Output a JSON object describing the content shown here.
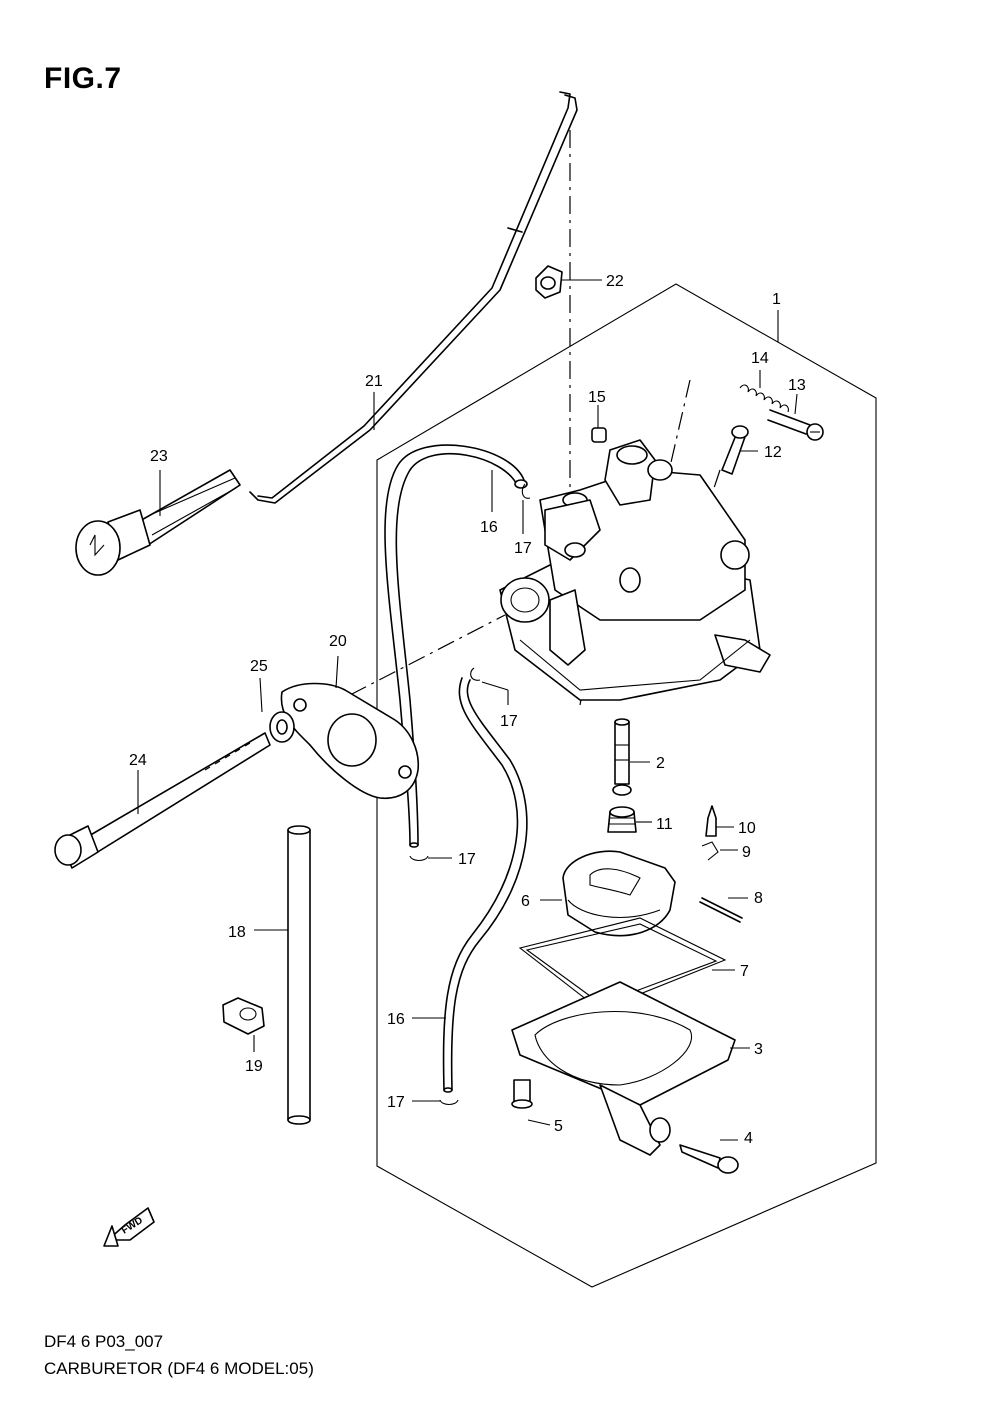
{
  "figure": {
    "title": "FIG.7",
    "code": "DF4 6 P03_007",
    "caption": "CARBURETOR (DF4 6 MODEL:05)"
  },
  "fwd_label": "FWD",
  "callouts": [
    "1",
    "2",
    "3",
    "4",
    "5",
    "6",
    "7",
    "8",
    "9",
    "10",
    "11",
    "12",
    "13",
    "14",
    "15",
    "16",
    "16",
    "17",
    "17",
    "17",
    "17",
    "18",
    "19",
    "20",
    "21",
    "22",
    "23",
    "24",
    "25"
  ]
}
